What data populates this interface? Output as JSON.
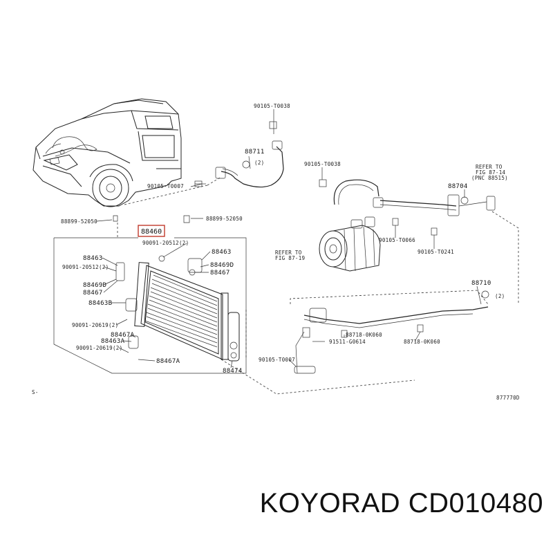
{
  "labels": {
    "p90105_t0038_top": "90105-T0038",
    "p88711": "88711",
    "p2_a": "(2)",
    "p90105_t0007_a": "90105-T0007",
    "p90105_t0038_mid": "90105-T0038",
    "refer_a_1": "REFER TO",
    "refer_a_2": "FIG 87-14",
    "refer_a_3": "(PNC 88515)",
    "p88704": "88704",
    "p88899_left": "88899-52050",
    "p88899_right": "88899-52050",
    "p88460": "88460",
    "p90091_20512_top": "90091-20512(2)",
    "p88463_right": "88463",
    "p88463_left": "88463",
    "p90091_20512_left": "90091-20512(2)",
    "p88469d_right": "88469D",
    "p88467_right": "88467",
    "p88469d_left": "88469D",
    "p88467_left": "88467",
    "p88463b": "88463B",
    "refer_b_1": "REFER TO",
    "refer_b_2": "FIG 87-19",
    "p90105_t0066": "90105-T0066",
    "p90105_t0241": "90105-T0241",
    "p88710": "88710",
    "p2_b": "(2)",
    "p90091_20619_a": "90091-20619(2)",
    "p88467a_mid": "88467A",
    "p88463a": "88463A",
    "p90091_20619_b": "90091-20619(2)",
    "p88467a_low": "88467A",
    "p88474": "88474",
    "p90105_t0007_b": "90105-T0007",
    "p91511_g0614": "91511-G0614",
    "p88718_0k060_a": "88718-0K060",
    "p88718_0k060_b": "88718-0K060",
    "corner_mark": "S-",
    "diagram_code": "877770D"
  },
  "caption": "KOYORAD CD010480"
}
